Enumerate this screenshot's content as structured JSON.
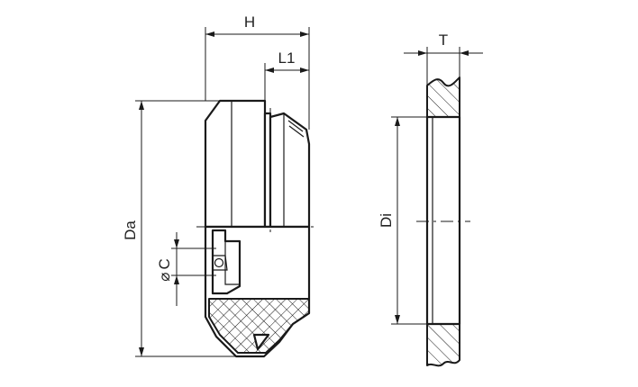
{
  "labels": {
    "H": "H",
    "L1": "L1",
    "T": "T",
    "Da": "Da",
    "Di": "Di",
    "C": "C",
    "diameter_symbol": "⌀"
  }
}
